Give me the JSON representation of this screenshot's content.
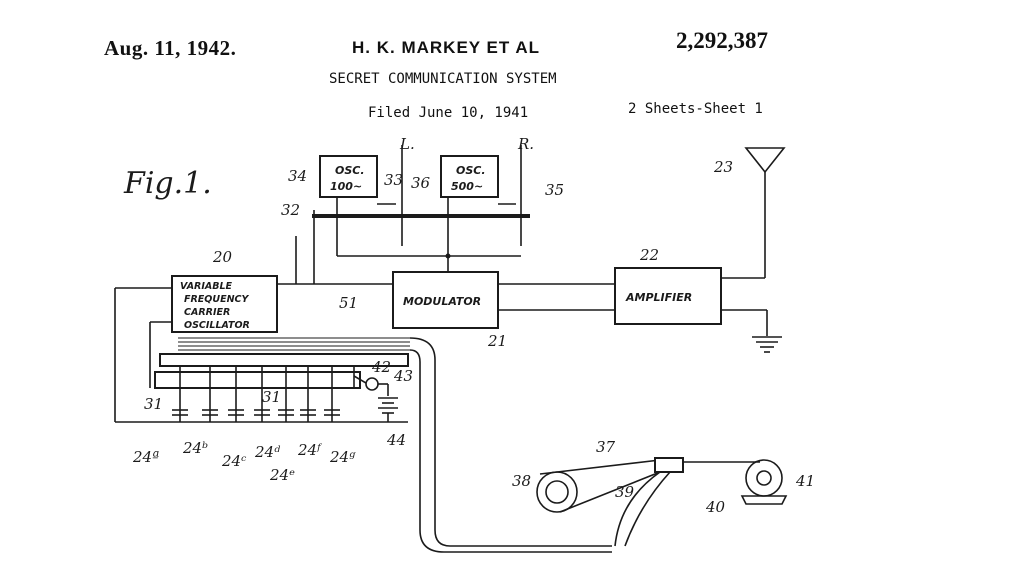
{
  "header": {
    "date": "Aug. 11, 1942.",
    "inventors": "H. K. MARKEY ET AL",
    "patent_number": "2,292,387",
    "title": "SECRET COMMUNICATION SYSTEM",
    "filed": "Filed June 10, 1941",
    "sheets": "2 Sheets-Sheet 1"
  },
  "figure_label": "Fig.1.",
  "blocks": {
    "osc1_line1": "OSC.",
    "osc1_line2": "100~",
    "osc2_line1": "OSC.",
    "osc2_line2": "500~",
    "carrier_line1": "VARIABLE",
    "carrier_line2": "FREQUENCY",
    "carrier_line3": "CARRIER",
    "carrier_line4": "OSCILLATOR",
    "modulator": "MODULATOR",
    "amplifier": "AMPLIFIER"
  },
  "switch_labels": {
    "left": "L.",
    "right": "R."
  },
  "refs": {
    "r34": "34",
    "r33": "33",
    "r36": "36",
    "r35": "35",
    "r32": "32",
    "r23": "23",
    "r20": "20",
    "r22": "22",
    "r51": "51",
    "r21": "21",
    "r42": "42",
    "r43": "43",
    "r31a": "31",
    "r31b": "31",
    "r44": "44",
    "r24a": "24ª",
    "r24b": "24ᵇ",
    "r24c": "24ᶜ",
    "r24d": "24ᵈ",
    "r24e": "24ᵉ",
    "r24f": "24ᶠ",
    "r24g": "24ᵍ",
    "r37": "37",
    "r38": "38",
    "r39": "39",
    "r40": "40",
    "r41": "41"
  }
}
